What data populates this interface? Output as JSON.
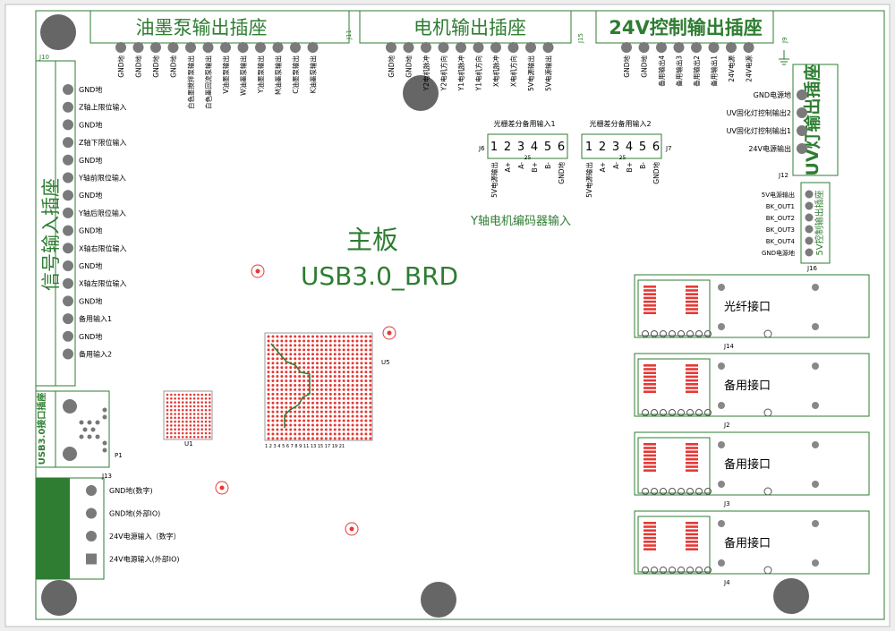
{
  "board": {
    "title": "主板",
    "model": "USB3.0_BRD"
  },
  "colors": {
    "silk": "#2e7d32",
    "pad": "#7a7a7a",
    "hole": "#666666",
    "bga": "#e53935",
    "bg": "#ffffff",
    "frame": "#2e7d32"
  },
  "connectors": {
    "ink_pump": {
      "title": "油墨泵输出插座",
      "ref": "J11",
      "pins": [
        "GND地",
        "GND地",
        "GND地",
        "GND地",
        "白色墨搅拌泵输出",
        "白色墨回流泵输出",
        "V油墨泵输出",
        "W油墨泵输出",
        "Y油墨泵输出",
        "M油墨泵输出",
        "C油墨泵输出",
        "K油墨泵输出"
      ]
    },
    "motor": {
      "title": "电机输出插座",
      "ref": "J15",
      "pins": [
        "GND地",
        "GND地",
        "Y2电机脉冲",
        "Y2电机方向",
        "Y1电机脉冲",
        "Y1电机方向",
        "X电机脉冲",
        "X电机方向",
        "5V电源输出",
        "5V电源输出"
      ]
    },
    "ctrl24": {
      "title": "24V控制输出插座",
      "ref": "J9",
      "pins": [
        "GND地",
        "GND地",
        "备用输出4",
        "备用输出3",
        "备用输出2",
        "备用输出1",
        "24V电源",
        "24V电源"
      ]
    },
    "signal": {
      "title": "信号输入插座",
      "ref": "J10",
      "pins": [
        "GND地",
        "Z轴上限位输入",
        "GND地",
        "Z轴下限位输入",
        "GND地",
        "Y轴前限位输入",
        "GND地",
        "Y轴后限位输入",
        "GND地",
        "X轴右限位输入",
        "GND地",
        "X轴左限位输入",
        "GND地",
        "备用输入1",
        "GND地",
        "备用输入2"
      ]
    },
    "uv": {
      "title": "UV灯输出插座",
      "ref": "J12",
      "pins": [
        "GND电源地",
        "UV固化灯控制输出2",
        "UV固化灯控制输出1",
        "24V电源输出"
      ]
    },
    "ctrl5": {
      "title": "5V控制输出插座",
      "ref": "J16",
      "pins": [
        "5V电源输出",
        "BK_OUT1",
        "BK_OUT2",
        "BK_OUT3",
        "BK_OUT4",
        "GND电源地"
      ]
    },
    "usb": {
      "title": "USB3.0接口插座",
      "ref": "P1"
    },
    "power": {
      "title": "24V电源输入插座",
      "ref": "J13",
      "pins": [
        "GND地(数字)",
        "GND地(外部IO)",
        "24V电源输入（数字）",
        "24V电源输入(外部IO)"
      ]
    },
    "encoder": {
      "caption": "Y轴电机编码器输入",
      "j6": {
        "title": "光栅差分备用输入1",
        "ref": "J6",
        "nums": [
          "1",
          "2",
          "3",
          "4",
          "5",
          "6"
        ],
        "pins": [
          "5V电源输出",
          "A+",
          "A-",
          "B+",
          "B-",
          "GND地"
        ]
      },
      "j7": {
        "title": "光栅差分备用输入2",
        "ref": "J7",
        "nums": [
          "1",
          "2",
          "3",
          "4",
          "5",
          "6"
        ],
        "pins": [
          "5V电源输出",
          "A+",
          "A-",
          "B+",
          "B-",
          "GND地"
        ]
      },
      "sub_mark": "25"
    },
    "rj45": [
      {
        "label": "光纤接口",
        "ref": "J14"
      },
      {
        "label": "备用接口",
        "ref": "J2"
      },
      {
        "label": "备用接口",
        "ref": "J3"
      },
      {
        "label": "备用接口",
        "ref": "J4"
      }
    ]
  },
  "chips": {
    "u1": {
      "ref": "U1"
    },
    "u5": {
      "ref": "U5",
      "pin_row": "1 2 3 4 5 6 7 8 9    11   13   15   17   19   21"
    }
  }
}
